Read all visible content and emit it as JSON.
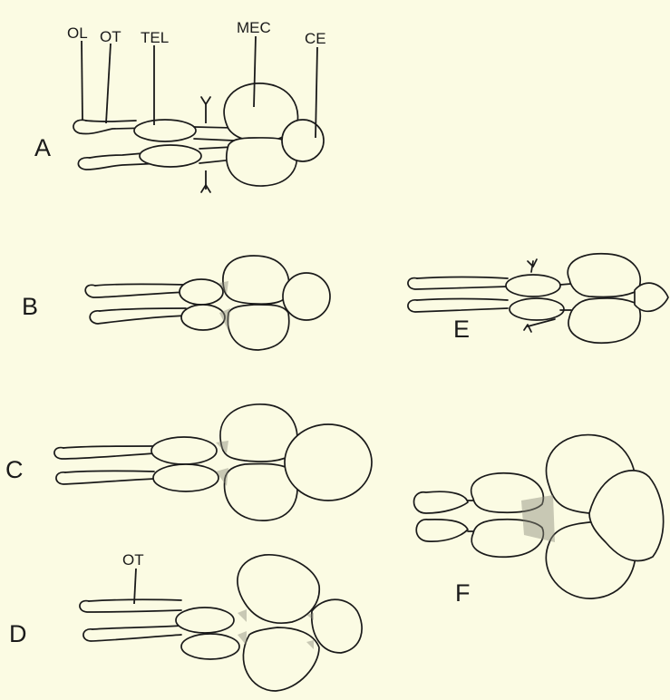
{
  "panels": {
    "a": "A",
    "b": "B",
    "c": "C",
    "d": "D",
    "e": "E",
    "f": "F"
  },
  "structures": {
    "ol": "OL",
    "ot": "OT",
    "tel": "TEL",
    "mec": "MEC",
    "ce": "CE",
    "ot_d": "OT"
  }
}
